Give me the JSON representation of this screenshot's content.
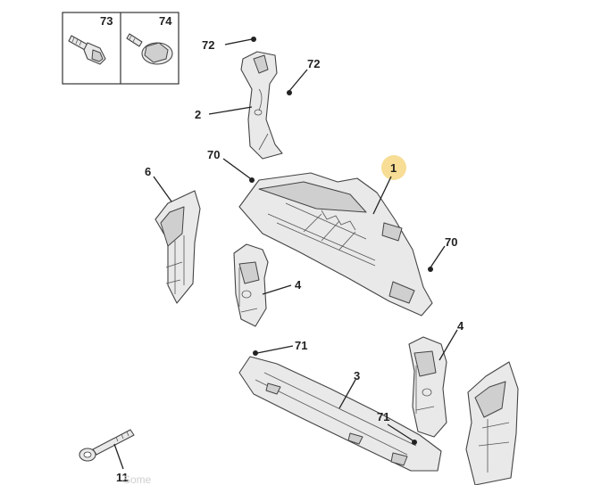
{
  "callouts": {
    "c73": "73",
    "c74": "74",
    "c72a": "72",
    "c72b": "72",
    "c2": "2",
    "c70a": "70",
    "c70b": "70",
    "c1": "1",
    "c6": "6",
    "c4a": "4",
    "c4b": "4",
    "c71a": "71",
    "c71b": "71",
    "c3": "3",
    "c11": "11"
  },
  "colors": {
    "highlight": "#f6d98a",
    "line": "#222222",
    "part_fill": "#e9e9e9"
  },
  "watermark": "Some"
}
